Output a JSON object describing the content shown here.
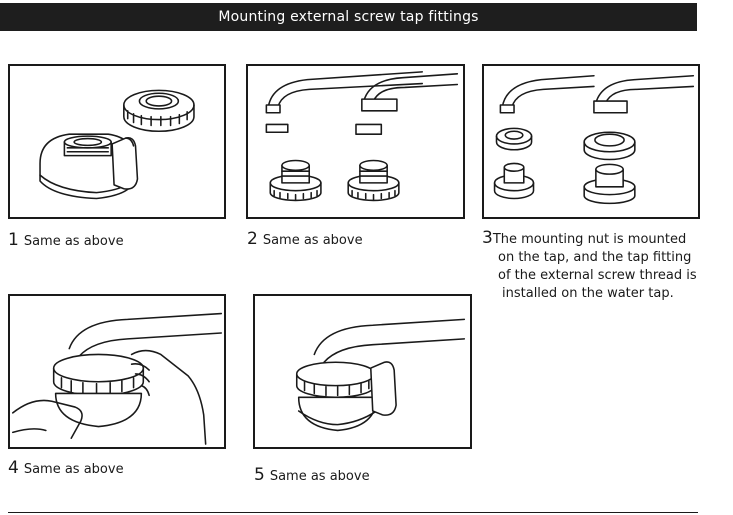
{
  "header": {
    "title": "Mounting external screw tap fittings"
  },
  "steps": [
    {
      "number": "1",
      "text": "Same as above"
    },
    {
      "number": "2",
      "text": "Same as above"
    },
    {
      "number": "3",
      "lines": [
        "The mounting nut is mounted",
        "on the tap, and the tap fitting",
        "of the external screw thread is",
        "installed on the water tap."
      ]
    },
    {
      "number": "4",
      "text": "Same as above"
    },
    {
      "number": "5",
      "text": "Same as above"
    }
  ],
  "colors": {
    "banner_bg": "#1e1e1e",
    "banner_text": "#ffffff",
    "ink": "#1a1a1a"
  }
}
